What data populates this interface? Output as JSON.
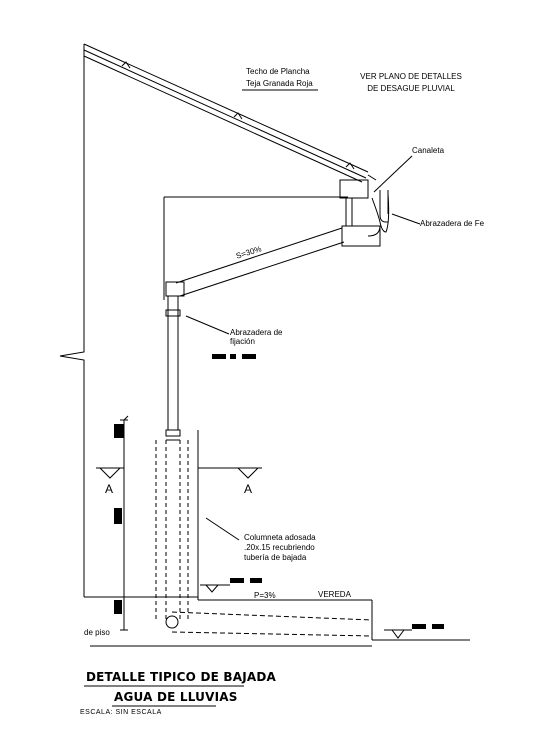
{
  "labels": {
    "roof_line1": "Techo de Plancha",
    "roof_line2": "Teja Granada Roja",
    "ref_line1": "VER PLANO DE DETALLES",
    "ref_line2": "DE DESAGUE PLUVIAL",
    "gutter": "Canaleta",
    "gutter_clamp": "Abrazadera de Fe",
    "slope": "S=30%",
    "fix_clamp_line1": "Abrazadera de",
    "fix_clamp_line2": "fijación",
    "column_line1": "Columneta adosada",
    "column_line2": ".20x.15 recubriendo",
    "column_line3": "tubería de bajada",
    "floor_slope": "P=3%",
    "sidewalk": "VEREDA",
    "floor": "de piso"
  },
  "section_marks": {
    "left": "A",
    "right": "A"
  },
  "title": {
    "line1": "DETALLE TIPICO DE BAJADA",
    "line2": "AGUA DE LLUVIAS",
    "scale": "ESCALA:  SIN ESCALA"
  },
  "colors": {
    "line": "#000000",
    "background": "#ffffff"
  }
}
